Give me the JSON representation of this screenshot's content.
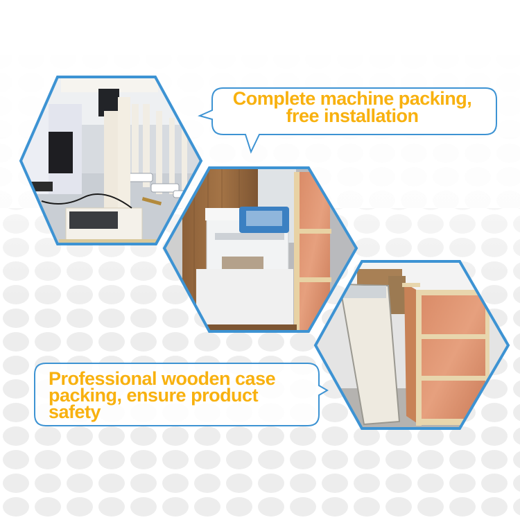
{
  "bubbles": [
    {
      "lines": [
        "Complete machine packing,",
        "free installation"
      ]
    },
    {
      "lines": [
        "Professional wooden case",
        "packing, ensure product",
        "safety"
      ]
    }
  ],
  "photos": [
    {
      "subject": "white standing machines wrapped in plastic film in a workshop"
    },
    {
      "subject": "plastic-wrapped white machine inside an open wooden crate with foam base"
    },
    {
      "subject": "closed plywood wooden shipping cases standing in a warehouse"
    }
  ],
  "colors": {
    "text_accent": "#f8b10f",
    "border_blue": "#3d93d3",
    "dot_pattern": "#ebebeb",
    "background": "#ffffff"
  }
}
